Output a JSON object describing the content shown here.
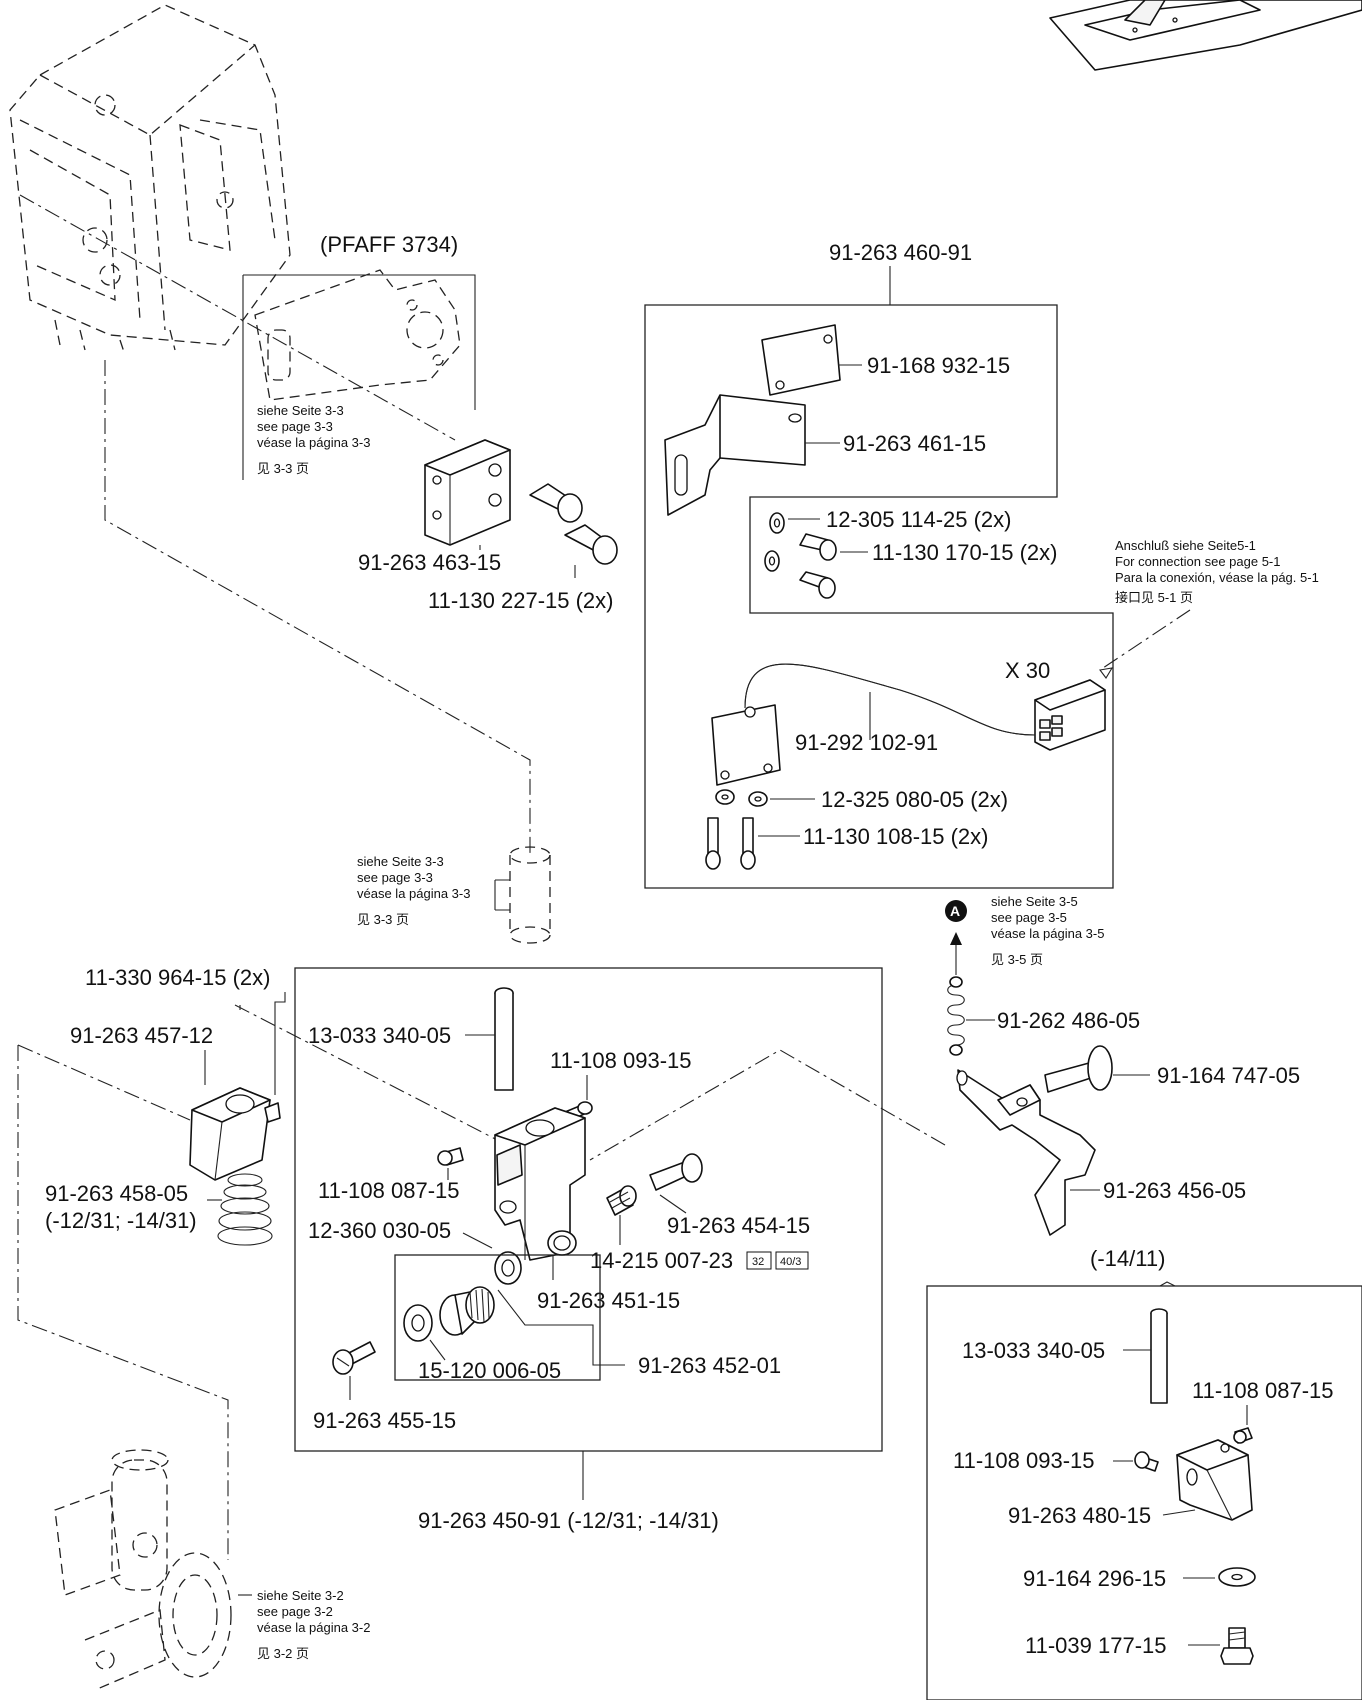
{
  "labels": {
    "pfaff_variant": "(PFAFF 3734)",
    "assy_460": "91-263 460-91",
    "p_168932": "91-168 932-15",
    "p_461": "91-263 461-15",
    "p_305114": "12-305 114-25 (2x)",
    "p_130170": "11-130 170-15 (2x)",
    "connector": "X 30",
    "p_292102": "91-292 102-91",
    "p_325080": "12-325 080-05 (2x)",
    "p_130108": "11-130 108-15 (2x)",
    "p_463": "91-263 463-15",
    "p_130227": "11-130 227-15 (2x)",
    "p_330964": "11-330 964-15 (2x)",
    "p_457": "91-263 457-12",
    "p_458": "91-263 458-05",
    "p_458_var": "(-12/31; -14/31)",
    "p_13033": "13-033 340-05",
    "p_108093": "11-108 093-15",
    "p_108087": "11-108 087-15",
    "p_360030": "12-360 030-05",
    "p_454": "91-263 454-15",
    "p_215007": "14-215 007-23",
    "badge_32": "32",
    "badge_40_3": "40/3",
    "p_451": "91-263 451-15",
    "p_452": "91-263 452-01",
    "p_15120": "15-120 006-05",
    "p_455": "91-263 455-15",
    "assy_450": "91-263 450-91 (-12/31; -14/31)",
    "p_262486": "91-262 486-05",
    "p_164747": "91-164 747-05",
    "p_456": "91-263 456-05",
    "variant_14_11": "(-14/11)",
    "v_13033": "13-033 340-05",
    "v_108087": "11-108 087-15",
    "v_108093": "11-108 093-15",
    "v_480": "91-263 480-15",
    "v_164296": "91-164 296-15",
    "v_039177": "11-039 177-15",
    "ref_a": "A"
  },
  "notes": {
    "see_3_3_a": [
      "siehe Seite 3-3",
      "see page 3-3",
      "véase la página 3-3",
      "见 3-3 页"
    ],
    "see_3_3_b": [
      "siehe Seite 3-3",
      "see page 3-3",
      "véase la página 3-3",
      "见 3-3 页"
    ],
    "connection_5_1": [
      "Anschluß siehe Seite5-1",
      "For connection see page 5-1",
      "Para la conexión, véase la pág. 5-1",
      "接口见 5-1 页"
    ],
    "see_3_5": [
      "siehe Seite 3-5",
      "see page 3-5",
      "véase la página 3-5",
      "见 3-5 页"
    ],
    "see_3_2": [
      "siehe Seite 3-2",
      "see page 3-2",
      "véase la página 3-2",
      "见 3-2 页"
    ]
  }
}
